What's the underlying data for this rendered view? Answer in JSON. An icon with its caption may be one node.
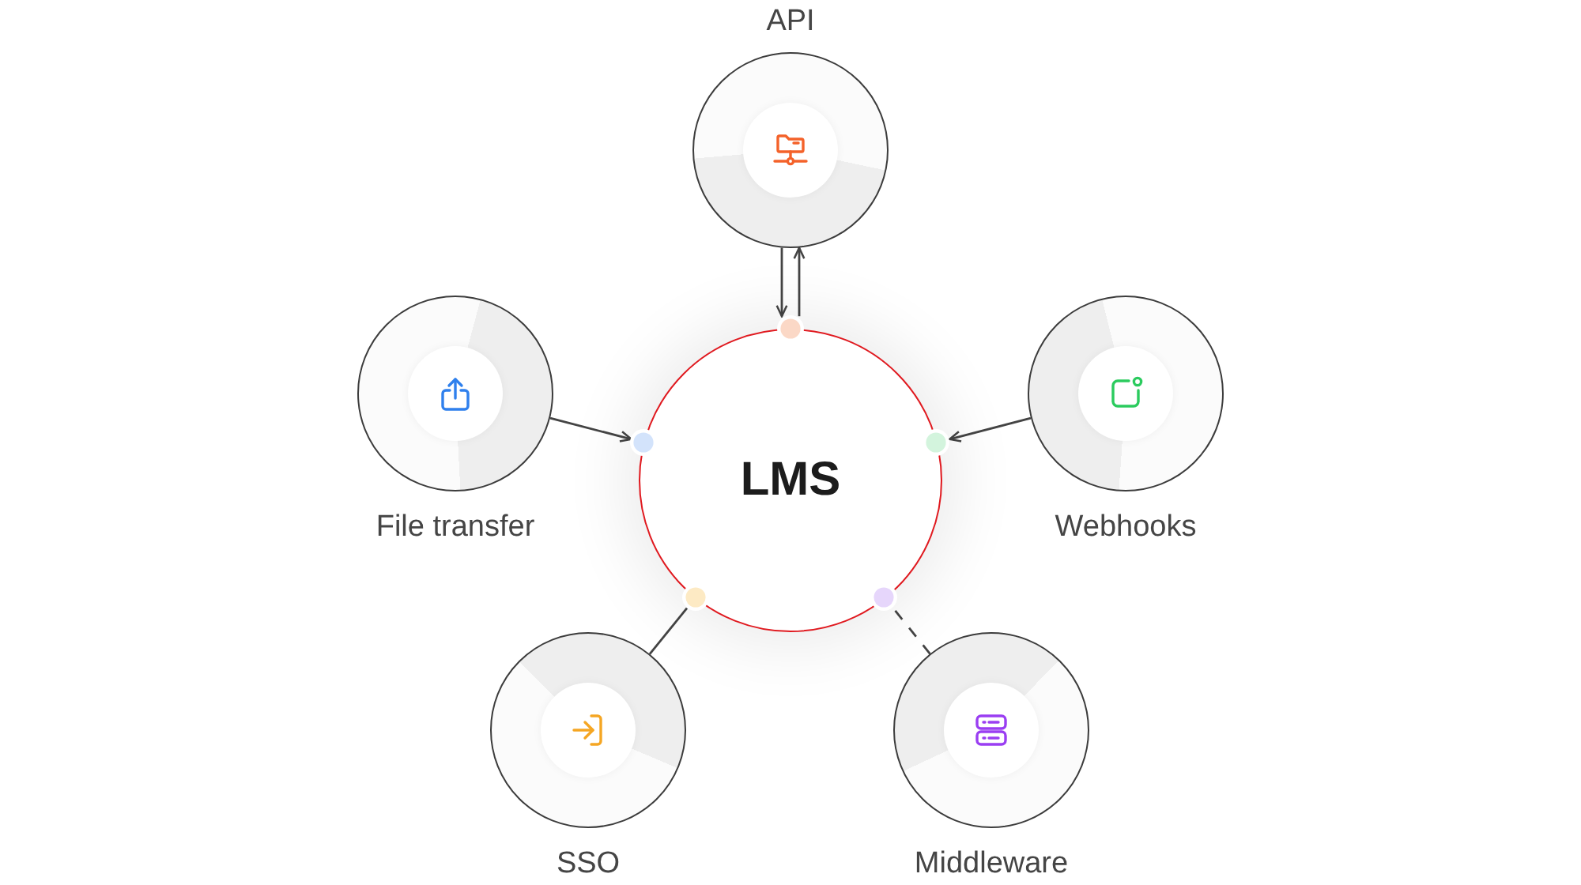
{
  "diagram": {
    "nodes": [
      {
        "text": [
          "API"
        ]
      },
      {
        "text": [
          "File transfer"
        ]
      },
      {
        "text": [
          "LMS"
        ]
      },
      {
        "text": [
          "Webhooks"
        ]
      },
      {
        "text": [
          "SSO"
        ]
      },
      {
        "text": [
          "Middleware"
        ]
      }
    ],
    "edges": [
      {
        "from": 0,
        "to": 2,
        "arrow": "to"
      },
      {
        "from": 2,
        "to": 0,
        "arrow": "to"
      },
      {
        "from": 1,
        "to": 2,
        "arrow": "to"
      },
      {
        "from": 3,
        "to": 2,
        "arrow": "to"
      },
      {
        "from": 4,
        "to": 2,
        "arrow": "none"
      },
      {
        "from": 5,
        "to": 2,
        "arrow": "none",
        "style": "dashed"
      }
    ]
  }
}
